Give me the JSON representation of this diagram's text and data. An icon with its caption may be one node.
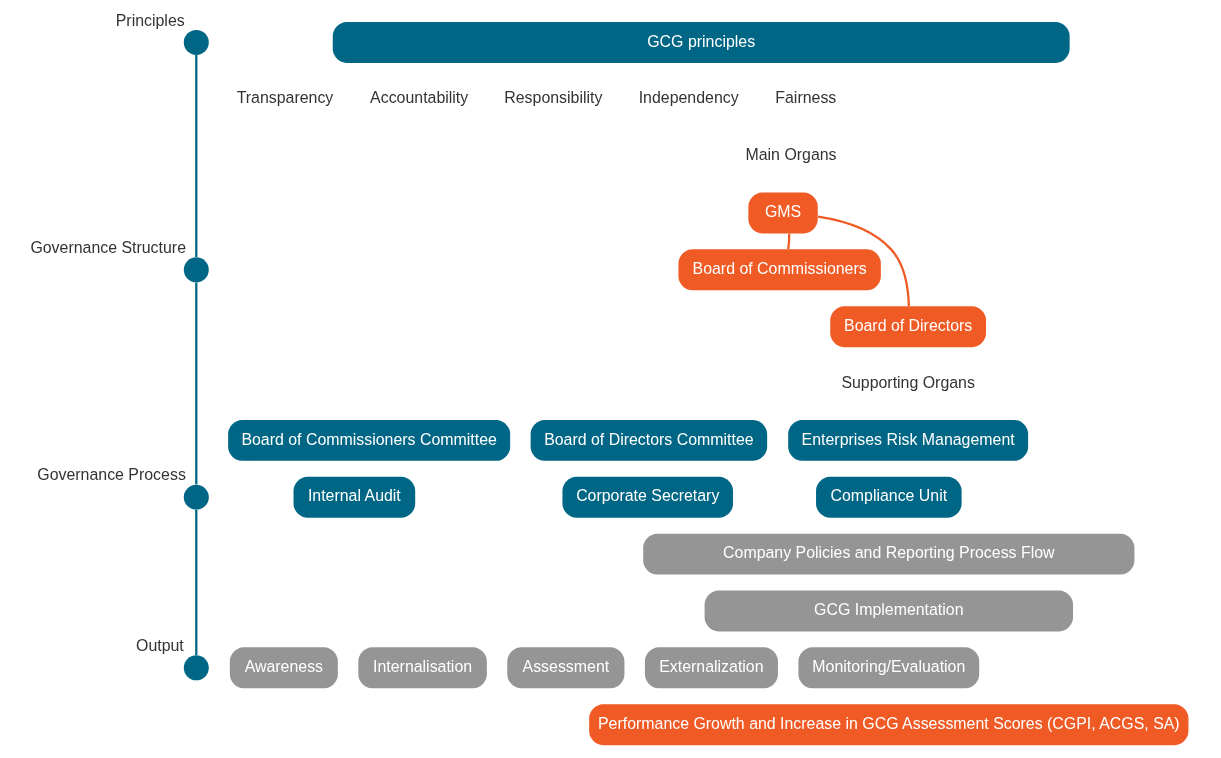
{
  "diagram": {
    "nodes": [
      {
        "text": [
          "GCG principles"
        ]
      },
      {
        "text": [
          "GMS"
        ]
      },
      {
        "text": [
          "Board of Commissioners"
        ]
      },
      {
        "text": [
          "Board of Directors"
        ]
      },
      {
        "text": [
          "Board of Commissioners Committee"
        ]
      },
      {
        "text": [
          "Board of Directors Committee"
        ]
      },
      {
        "text": [
          "Enterprises Risk Management"
        ]
      },
      {
        "text": [
          "Internal Audit"
        ]
      },
      {
        "text": [
          "Corporate Secretary"
        ]
      },
      {
        "text": [
          "Compliance Unit"
        ]
      },
      {
        "text": [
          "Company Policies and Reporting Process Flow"
        ]
      },
      {
        "text": [
          "GCG Implementation"
        ]
      },
      {
        "text": [
          "Awareness"
        ]
      },
      {
        "text": [
          "Internalisation"
        ]
      },
      {
        "text": [
          "Assessment"
        ]
      },
      {
        "text": [
          "Externalization"
        ]
      },
      {
        "text": [
          "Monitoring/Evaluation"
        ]
      },
      {
        "text": [
          "Performance Growth and Increase in GCG Assessment Scores (CGPI, ACGS, SA)"
        ]
      },
      {
        "text": [],
        "shape": "circle",
        "beside": [
          "Principles"
        ]
      },
      {
        "text": [],
        "shape": "circle",
        "beside": [
          "Governance Structure"
        ]
      },
      {
        "text": [],
        "shape": "circle",
        "beside": [
          "Governance Process"
        ]
      },
      {
        "text": [],
        "shape": "circle",
        "beside": [
          "Output"
        ]
      }
    ],
    "edges": [
      {
        "from": 1,
        "to": 2,
        "arrow": "none",
        "color": "#f05a24"
      },
      {
        "from": 1,
        "to": 3,
        "arrow": "none",
        "color": "#f05a24"
      },
      {
        "from": 18,
        "to": 19,
        "arrow": "none"
      },
      {
        "from": 19,
        "to": 20,
        "arrow": "none"
      },
      {
        "from": 20,
        "to": 21,
        "arrow": "none"
      }
    ],
    "labels": [
      "Transparency",
      "Accountability",
      "Responsibility",
      "Independency",
      "Fairness",
      "Main Organs",
      "Supporting Organs"
    ]
  }
}
